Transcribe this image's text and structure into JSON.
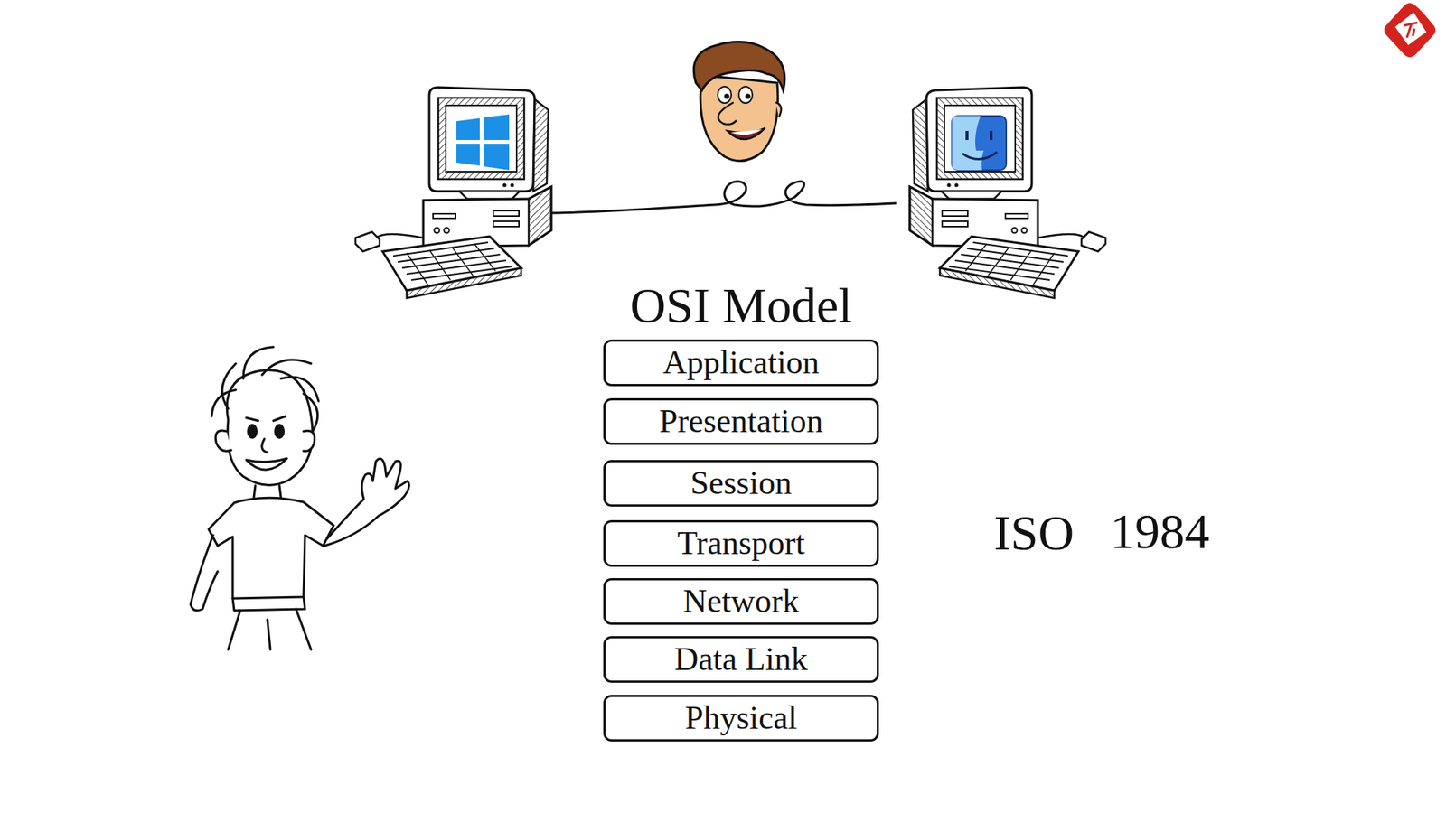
{
  "diagram": {
    "title": "OSI Model",
    "nodes": [
      {
        "text": [
          "Application"
        ]
      },
      {
        "text": [
          "Presentation"
        ]
      },
      {
        "text": [
          "Session"
        ]
      },
      {
        "text": [
          "Transport"
        ]
      },
      {
        "text": [
          "Network"
        ]
      },
      {
        "text": [
          "Data Link"
        ]
      },
      {
        "text": [
          "Physical"
        ]
      }
    ],
    "labels": [
      "ISO",
      "1984"
    ]
  }
}
